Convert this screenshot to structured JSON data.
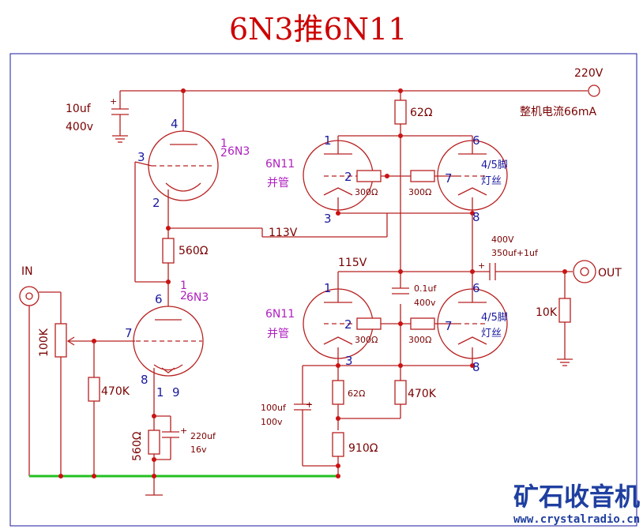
{
  "title": "6N3推6N11",
  "labels": {
    "supply": "220V",
    "current": "整机电流66mA",
    "cap_top": "10uf",
    "cap_top_v": "400v",
    "res_62_top": "62Ω",
    "tube_6n3_top": "6N3",
    "tube_6n3_bottom": "6N3",
    "half": "1",
    "half_den": "2",
    "tube_6n11_a": "6N11",
    "parallel_a": "并管",
    "tube_6n11_b": "6N11",
    "parallel_b": "并管",
    "res_300_a1": "300Ω",
    "res_300_a2": "300Ω",
    "res_300_b1": "300Ω",
    "res_300_b2": "300Ω",
    "filament_a1": "4/5脚",
    "filament_a2": "灯丝",
    "filament_b1": "4/5脚",
    "filament_b2": "灯丝",
    "res_560_top": "560Ω",
    "v113": "113V",
    "v115": "115V",
    "cap_out_v": "400V",
    "cap_out": "350uf+1uf",
    "out": "OUT",
    "in": "IN",
    "cap_mid": "0.1uf",
    "cap_mid_v": "400v",
    "pot": "100K",
    "r470_left": "470K",
    "r10k": "10K",
    "cap_bot": "100uf",
    "cap_bot_v": "100v",
    "res_62_bot": "62Ω",
    "r470_mid": "470K",
    "res_910": "910Ω",
    "res_560_bot": "560Ω",
    "cap_220": "220uf",
    "cap_220_v": "16v"
  },
  "pins": {
    "p4": "4",
    "p3": "3",
    "p2": "2",
    "p6": "6",
    "p7": "7",
    "p8": "8",
    "p1": "1",
    "p9": "9",
    "a1": "1",
    "a2": "2",
    "a3": "3",
    "a6": "6",
    "a7": "7",
    "a8": "8",
    "b1": "1",
    "b2": "2",
    "b3": "3",
    "b6": "6",
    "b7": "7",
    "b8": "8"
  },
  "watermark": {
    "logo": "矿石收音机",
    "url": "www.crystalradio.cn"
  },
  "colors": {
    "wire": "#b82020",
    "ground_bus": "#22c022",
    "title": "#cc0000",
    "pin_numbers": "#1a1aa0",
    "tube_labels": "#b020c0",
    "watermark": "#1f3fa0"
  }
}
